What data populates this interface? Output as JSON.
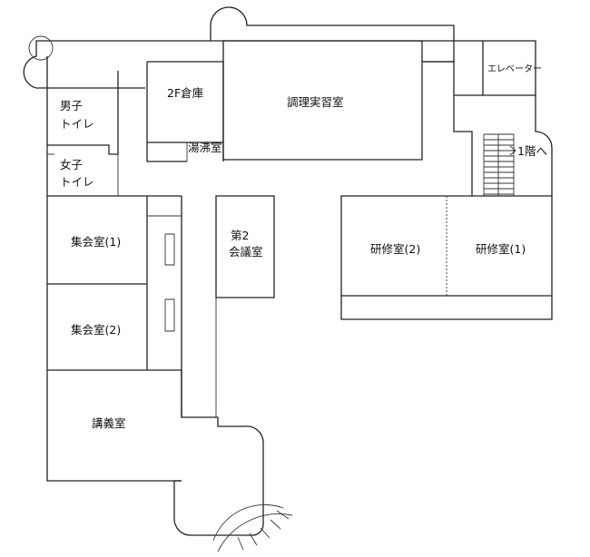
{
  "rooms": {
    "mens_toilet": [
      "男子",
      "トイレ"
    ],
    "womens_toilet": [
      "女子",
      "トイレ"
    ],
    "storage": "2F倉庫",
    "kettle_room": "湯沸室",
    "cooking_room": "調理実習室",
    "elevator": "エレベーター",
    "stairs_label": "1階へ",
    "meeting_room_1": "集会室(1)",
    "meeting_room_2": "集会室(2)",
    "conference_room_2": [
      "第2",
      "会議室"
    ],
    "training_room_2": "研修室(2)",
    "training_room_1": "研修室(1)",
    "lecture_room": "講義室"
  }
}
